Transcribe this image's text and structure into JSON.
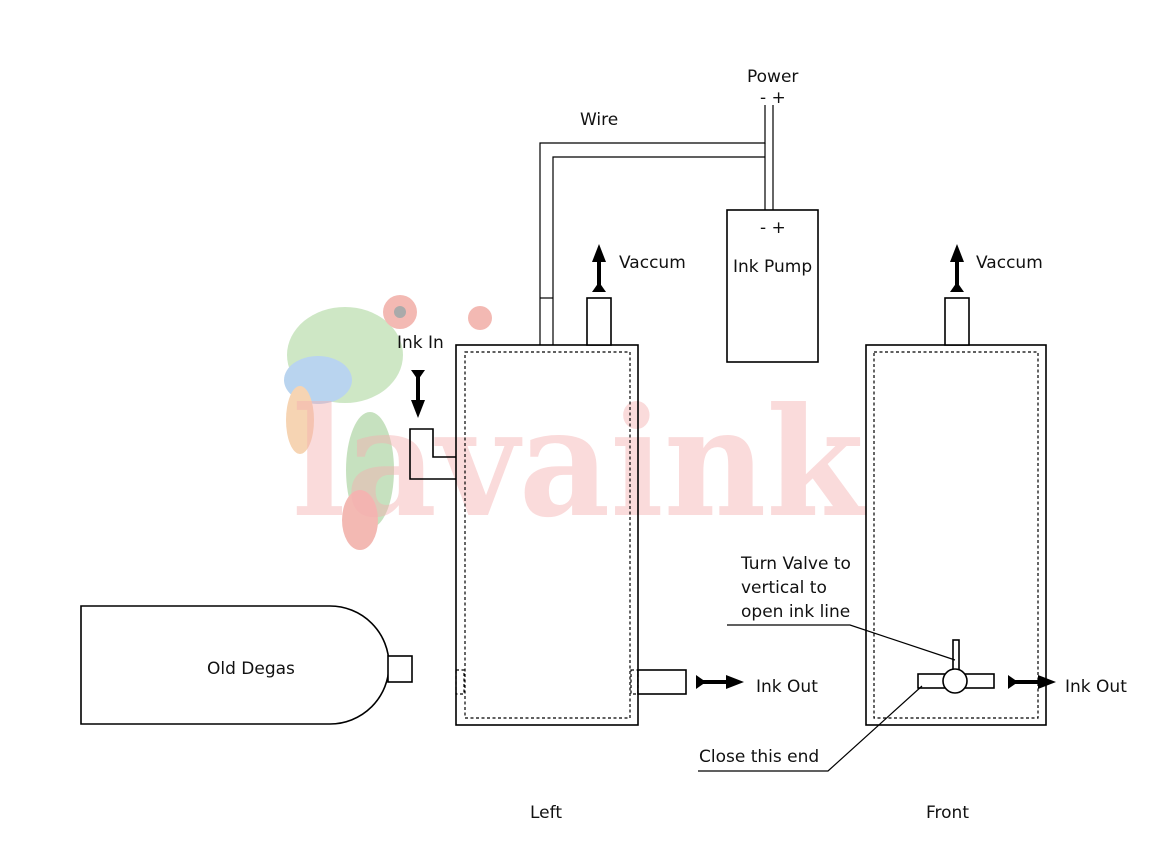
{
  "labels": {
    "power": "Power",
    "power_polarity": "- +",
    "wire": "Wire",
    "pump_polarity": "- +",
    "ink_pump": "Ink Pump",
    "vaccum_left": "Vaccum",
    "vaccum_right": "Vaccum",
    "ink_in": "Ink In",
    "old_degas": "Old Degas",
    "ink_out_left": "Ink Out",
    "ink_out_right": "Ink Out",
    "valve_note_1": "Turn Valve to",
    "valve_note_2": "vertical to",
    "valve_note_3": "open ink line",
    "close_end": "Close this end",
    "view_left": "Left",
    "view_front": "Front"
  },
  "watermark": {
    "logo_text": "lavaink",
    "logo_icon": "tree-frog-logo",
    "color": "#f3b0b0"
  },
  "colors": {
    "line": "#000000",
    "text": "#111111",
    "background": "#ffffff"
  }
}
